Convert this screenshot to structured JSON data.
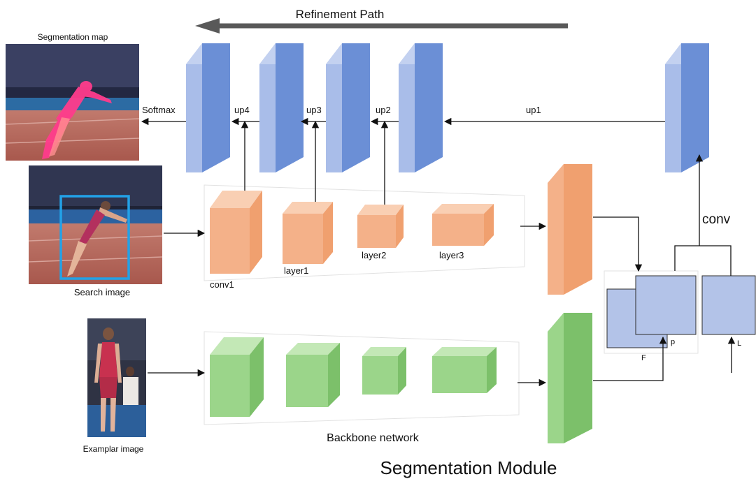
{
  "title": "Refinement Path",
  "footer": "Segmentation Module",
  "images": {
    "segmentation_map": "Segmentation map",
    "search_image": "Search image",
    "exemplar_image": "Examplar image"
  },
  "edges": {
    "softmax": "Softmax",
    "up1": "up1",
    "up2": "up2",
    "up3": "up3",
    "up4": "up4",
    "conv": "conv"
  },
  "layers": {
    "conv1": "conv1",
    "layer1": "layer1",
    "layer2": "layer2",
    "layer3": "layer3"
  },
  "backbone": "Backbone network",
  "fusion": {
    "f": "F",
    "p": "p",
    "l": "L"
  },
  "colors": {
    "blue_front": "#6b8fd6",
    "blue_side": "#a9bde9",
    "orange_front": "#f4b189",
    "orange_side": "#f0a06f",
    "orange_top": "#f9cfb3",
    "green_front": "#9bd58a",
    "green_side": "#7cc06a",
    "green_top": "#c3e8b6",
    "fusion_box": "#b3c3e8",
    "arrow": "#111111",
    "refinement_arrow": "#595959"
  }
}
